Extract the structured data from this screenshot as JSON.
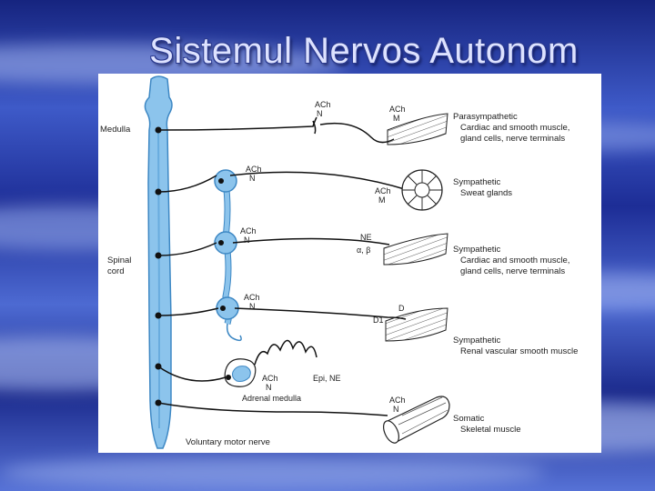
{
  "slide": {
    "title": "Sistemul Nervos Autonom"
  },
  "diagram": {
    "cns_labels": {
      "medulla": "Medulla",
      "spinal_cord_line1": "Spinal",
      "spinal_cord_line2": "cord"
    },
    "transmitters": {
      "para_pre_ach": "ACh",
      "para_pre_n": "N",
      "para_post_ach": "ACh",
      "para_post_m": "M",
      "sweat_pre_ach": "ACh",
      "sweat_pre_n": "N",
      "sweat_post_ach": "ACh",
      "sweat_post_m": "M",
      "symp_pre_ach": "ACh",
      "symp_pre_n": "N",
      "symp_post_ne": "NE",
      "symp_post_ab": "α, β",
      "renal_pre_ach": "ACh",
      "renal_pre_n": "N",
      "renal_post_d": "D",
      "renal_post_d1": "D1",
      "adrenal_ach": "ACh",
      "adrenal_n": "N",
      "adrenal_epi": "Epi, NE",
      "adrenal_label": "Adrenal medulla",
      "somatic_ach": "ACh",
      "somatic_n": "N"
    },
    "targets": [
      {
        "division": "Parasympathetic",
        "line1": "Cardiac and smooth muscle,",
        "line2": "gland cells, nerve terminals"
      },
      {
        "division": "Sympathetic",
        "line1": "Sweat glands",
        "line2": ""
      },
      {
        "division": "Sympathetic",
        "line1": "Cardiac and smooth muscle,",
        "line2": "gland cells, nerve terminals"
      },
      {
        "division": "Sympathetic",
        "line1": "Renal vascular smooth muscle",
        "line2": ""
      },
      {
        "division": "Somatic",
        "line1": "Skeletal muscle",
        "line2": ""
      }
    ],
    "voluntary_motor_nerve": "Voluntary motor nerve"
  },
  "colors": {
    "cord_fill": "#8cc4ec",
    "cord_stroke": "#3e88c4",
    "slide_bg_dark": "#15237f",
    "slide_bg_light": "#6b88e0",
    "title": "#dde2ff"
  }
}
